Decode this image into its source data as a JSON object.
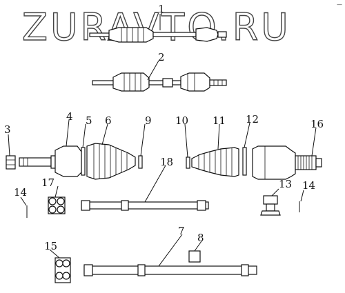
{
  "watermark": "ZURAVTO.RU",
  "corner_mark": "—",
  "labels": [
    "1",
    "2",
    "3",
    "4",
    "5",
    "6",
    "7",
    "8",
    "9",
    "10",
    "11",
    "12",
    "13",
    "14",
    "14",
    "15",
    "16",
    "17",
    "18"
  ]
}
